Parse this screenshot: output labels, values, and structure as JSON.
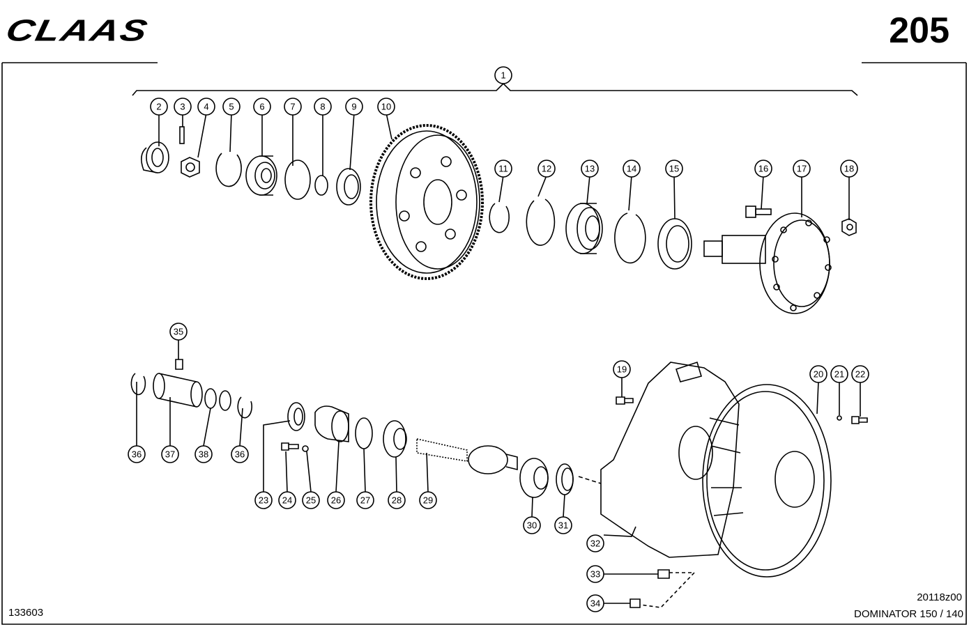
{
  "header": {
    "brand": "CLAAS",
    "page_number": "205"
  },
  "footer": {
    "left_code": "133603",
    "drawing_code": "20118z00",
    "model": "DOMINATOR  150 / 140"
  },
  "callouts": {
    "c1": "1",
    "c2": "2",
    "c3": "3",
    "c4": "4",
    "c5": "5",
    "c6": "6",
    "c7": "7",
    "c8": "8",
    "c9": "9",
    "c10": "10",
    "c11": "11",
    "c12": "12",
    "c13": "13",
    "c14": "14",
    "c15": "15",
    "c16": "16",
    "c17": "17",
    "c18": "18",
    "c19": "19",
    "c20": "20",
    "c21": "21",
    "c22": "22",
    "c23": "23",
    "c24": "24",
    "c25": "25",
    "c26": "26",
    "c27": "27",
    "c28": "28",
    "c29": "29",
    "c30": "30",
    "c31": "31",
    "c32": "32",
    "c33": "33",
    "c34": "34",
    "c35": "35",
    "c36": "36",
    "c37": "37",
    "c38": "38"
  }
}
